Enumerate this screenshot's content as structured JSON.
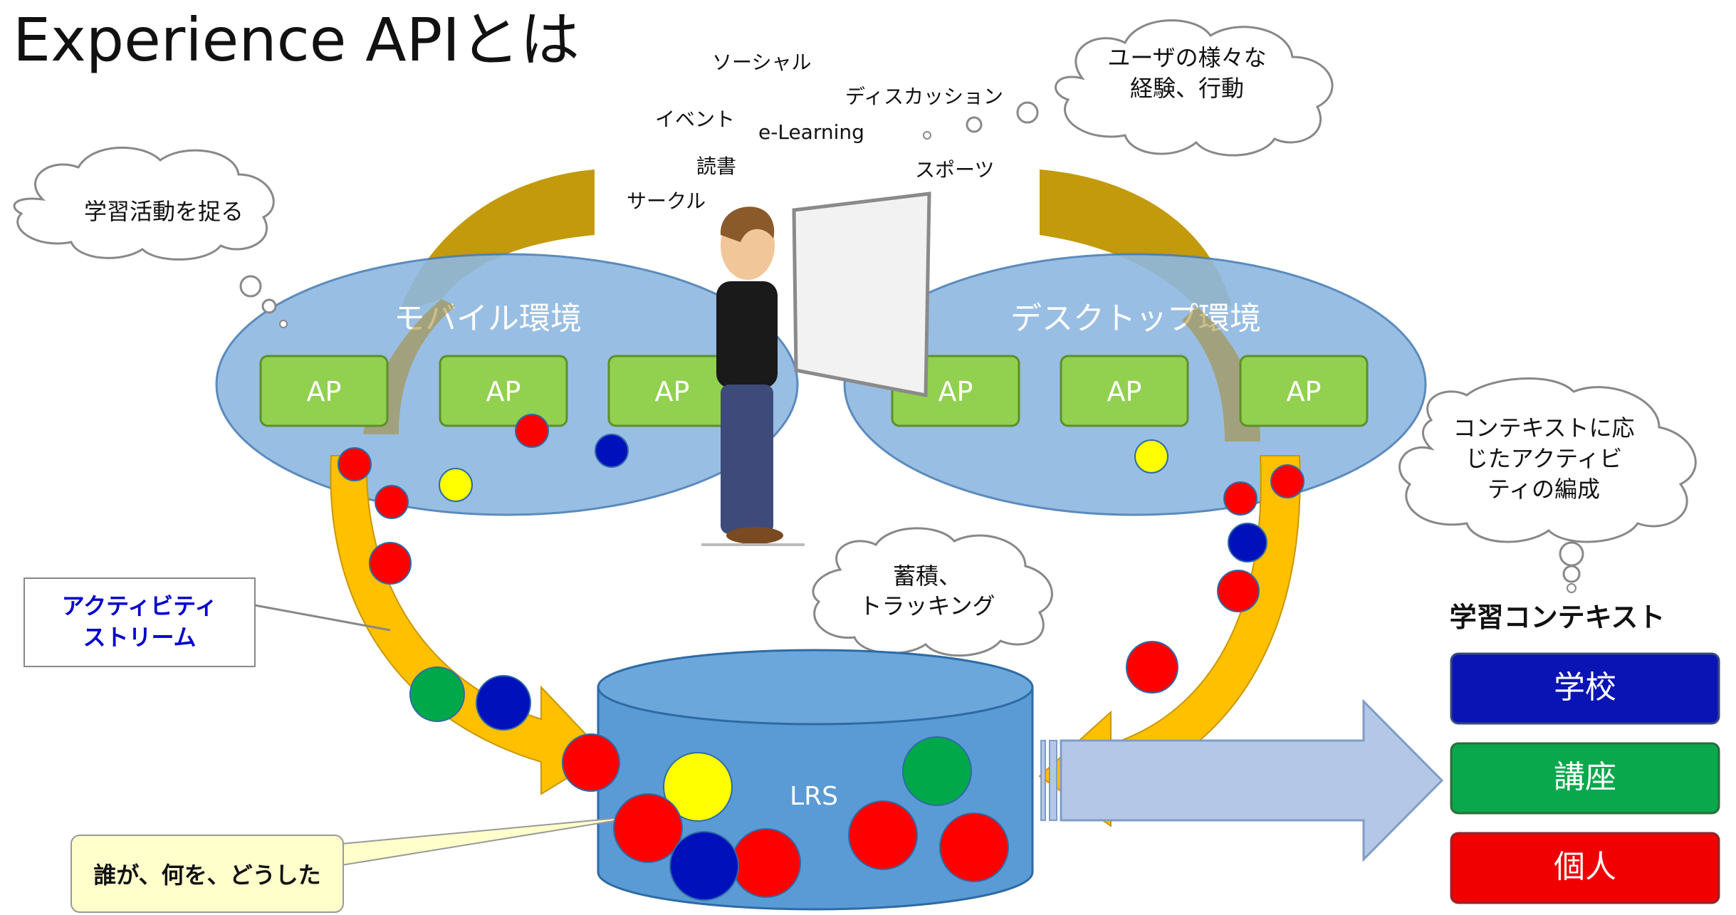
{
  "title": "Experience APIとは",
  "floating_words": [
    "ソーシャル",
    "ディスカッション",
    "イベント",
    "e-Learning",
    "読書",
    "スポーツ",
    "サークル"
  ],
  "clouds": {
    "experience": [
      "ユーザの様々な",
      "経験、行動"
    ],
    "capture": [
      "学習活動を捉る"
    ],
    "context": [
      "コンテキストに応",
      "じたアクティビ",
      "ティの編成"
    ],
    "store": [
      "蓄積、",
      "トラッキング"
    ]
  },
  "environments": {
    "mobile": {
      "label": "モバイル環境",
      "apps": [
        "AP",
        "AP",
        "AP"
      ]
    },
    "desktop": {
      "label": "デスクトップ環境",
      "apps": [
        "AP",
        "AP",
        "AP"
      ]
    }
  },
  "activity_stream_label": [
    "アクティビティ",
    "ストリーム"
  ],
  "lrs_label": "LRS",
  "statement_callout": "誰が、何を、どうした",
  "learning_context": {
    "heading": "学習コンテキスト",
    "items": [
      {
        "label": "学校",
        "color": "#0a14b4"
      },
      {
        "label": "講座",
        "color": "#0aa84c"
      },
      {
        "label": "個人",
        "color": "#f00000"
      }
    ]
  },
  "colors": {
    "red": "#ff0000",
    "blue": "#0011bb",
    "yellow": "#ffff00",
    "green": "#00a84a",
    "ellipse": "#8fb8e0",
    "ap": "#92d050",
    "arrow": "#ffc000",
    "lrs": "#5b9bd5",
    "big_arrow": "#b4c7e7"
  }
}
